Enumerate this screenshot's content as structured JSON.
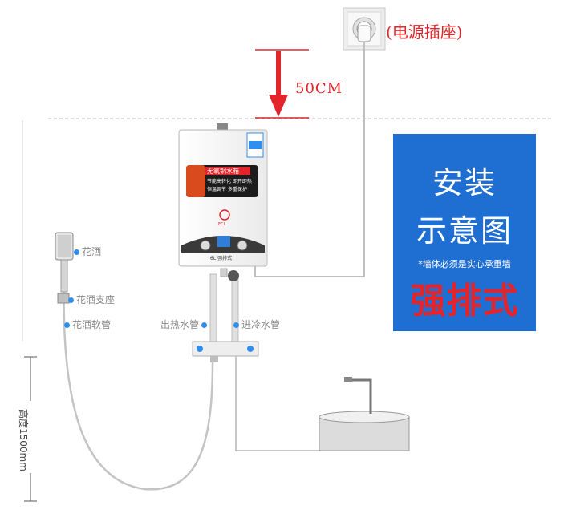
{
  "labels": {
    "outlet": "(电源插座)",
    "distance": "50CM",
    "shower_head": "花洒",
    "shower_holder": "花洒支座",
    "shower_hose": "花洒软管",
    "hot_outlet": "出热水管",
    "cold_inlet": "进冷水管",
    "height": "高度1500mm"
  },
  "panel": {
    "line1": "安装",
    "line2": "示意图",
    "note": "*墙体必须是实心承重墙",
    "type": "强排式"
  },
  "heater_sticker": {
    "title": "无氧铜水箱",
    "line1": "节能高转化  即开即热",
    "line2": "恒温调节  多重保护",
    "badge": "ECL",
    "brand_label": "6L 强排式"
  },
  "colors": {
    "accent_red": "#e3252b",
    "panel_blue": "#1f6fd3",
    "dot_blue": "#2f8ff0"
  }
}
